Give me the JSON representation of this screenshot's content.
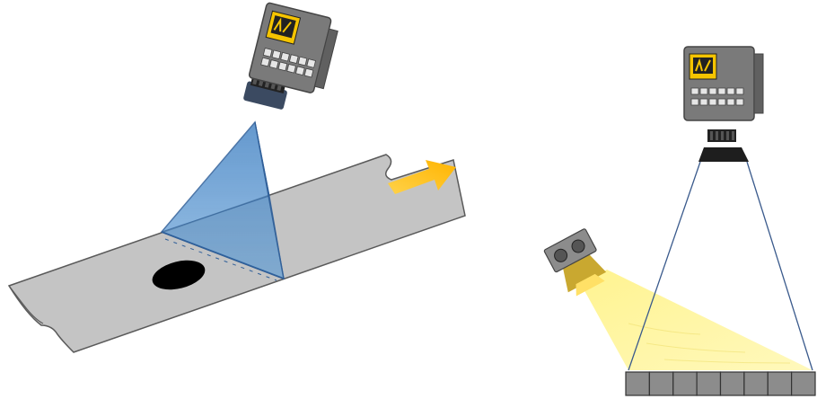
{
  "figure": {
    "left_panel": {
      "components": [
        "line-scan-camera",
        "light-fan",
        "moving-web",
        "defect-hole",
        "motion-arrow"
      ],
      "camera_label": "",
      "colors": {
        "web": "#c4c4c4",
        "light_fan": "#5b9bd5",
        "arrow": "#ffc000",
        "camera_body": "#7a7a7a",
        "camera_badge": "#f5c400"
      }
    },
    "right_panel": {
      "components": [
        "line-scan-camera",
        "field-of-view-lines",
        "light-source",
        "light-beam",
        "sensor-pixel-row"
      ],
      "pixel_count": 8,
      "colors": {
        "light_beam": "#fff38a",
        "fov_line": "#3a5a8c",
        "pixel_cell": "#8c8c8c"
      }
    }
  }
}
